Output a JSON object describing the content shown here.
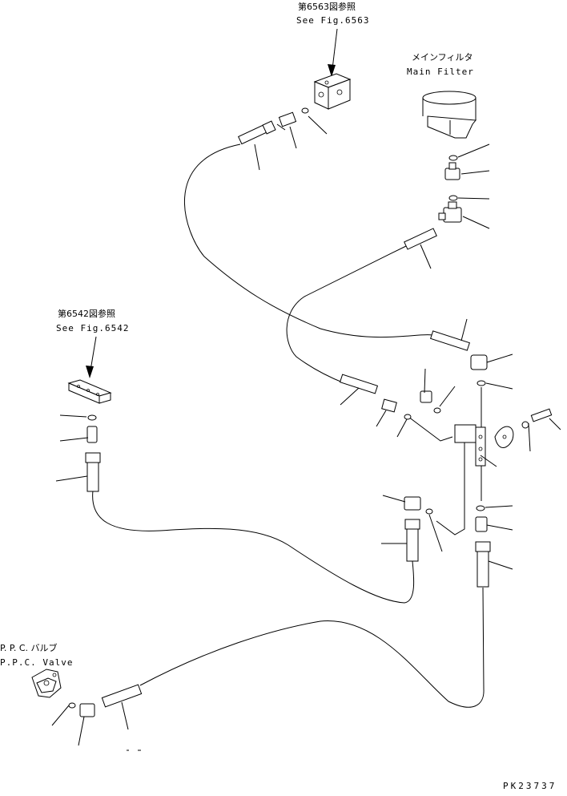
{
  "references": {
    "fig6563": {
      "jp": "第6563図参照",
      "en": "See Fig.6563"
    },
    "fig6542": {
      "jp": "第6542図参照",
      "en": "See Fig.6542"
    }
  },
  "components": {
    "main_filter": {
      "jp": "メインフィルタ",
      "en": "Main Filter"
    },
    "ppc_valve": {
      "jp": "P. P. C. バルブ",
      "en": "P.P.C. Valve"
    }
  },
  "drawing_code": "PK23737"
}
